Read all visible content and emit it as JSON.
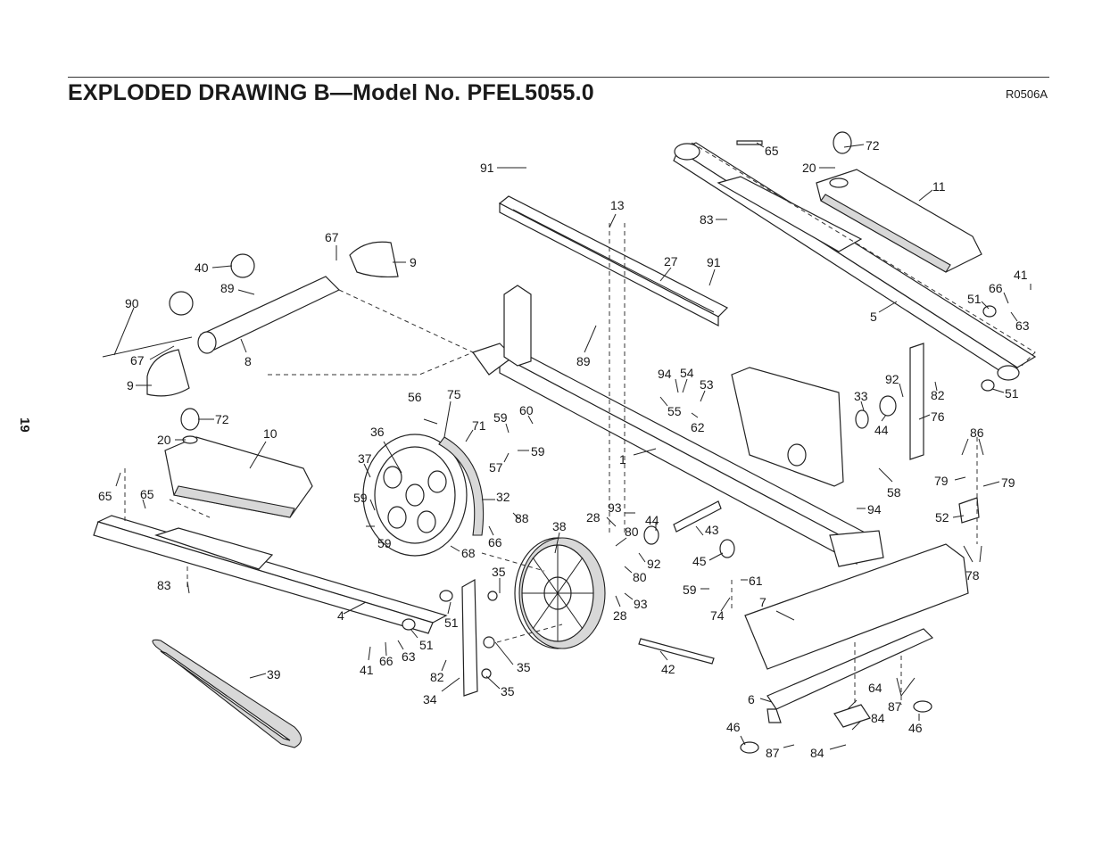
{
  "header": {
    "title": "EXPLODED DRAWING B—Model No. PFEL5055.0",
    "code": "R0506A",
    "page_number": "19"
  },
  "callouts": [
    "91",
    "13",
    "65",
    "72",
    "20",
    "11",
    "83",
    "27",
    "91",
    "41",
    "66",
    "51",
    "63",
    "5",
    "51",
    "67",
    "9",
    "40",
    "89",
    "90",
    "67",
    "8",
    "9",
    "89",
    "94",
    "54",
    "53",
    "92",
    "82",
    "33",
    "55",
    "76",
    "62",
    "44",
    "86",
    "72",
    "20",
    "10",
    "56",
    "75",
    "36",
    "71",
    "59",
    "60",
    "59",
    "37",
    "57",
    "1",
    "79",
    "79",
    "58",
    "59",
    "32",
    "52",
    "28",
    "93",
    "88",
    "65",
    "65",
    "94",
    "44",
    "66",
    "59",
    "68",
    "38",
    "80",
    "43",
    "92",
    "78",
    "45",
    "35",
    "80",
    "59",
    "61",
    "83",
    "93",
    "4",
    "51",
    "28",
    "74",
    "7",
    "51",
    "42",
    "41",
    "66",
    "63",
    "82",
    "35",
    "39",
    "35",
    "34",
    "6",
    "64",
    "87",
    "84",
    "46",
    "87",
    "84",
    "46"
  ]
}
